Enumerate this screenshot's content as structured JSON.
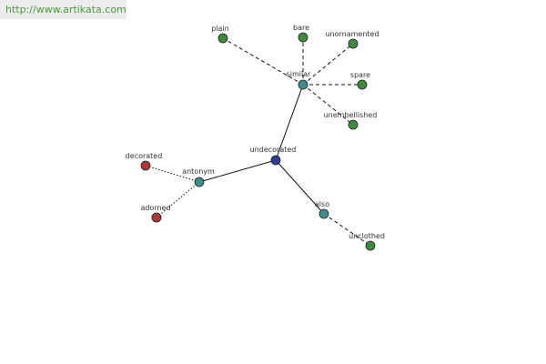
{
  "banner": {
    "text": "http://www.artikata.com"
  },
  "colors": {
    "center": "#2e3c8c",
    "relation": "#3f8c8c",
    "synonym": "#3f8a3f",
    "antonym_term": "#a83a3a",
    "banner_text": "#4a9a3c",
    "banner_bg": "#ececec"
  },
  "graph": {
    "nodes": {
      "undecorated": {
        "label": "undecorated",
        "kind": "center"
      },
      "similar": {
        "label": "similar",
        "kind": "relation"
      },
      "antonym": {
        "label": "antonym",
        "kind": "relation"
      },
      "also": {
        "label": "also",
        "kind": "relation"
      },
      "plain": {
        "label": "plain",
        "kind": "synonym"
      },
      "bare": {
        "label": "bare",
        "kind": "synonym"
      },
      "unornamented": {
        "label": "unornamented",
        "kind": "synonym"
      },
      "spare": {
        "label": "spare",
        "kind": "synonym"
      },
      "unembellished": {
        "label": "unembellished",
        "kind": "synonym"
      },
      "decorated": {
        "label": "decorated",
        "kind": "antonym_term"
      },
      "adorned": {
        "label": "adorned",
        "kind": "antonym_term"
      },
      "unclothed": {
        "label": "unclothed",
        "kind": "synonym"
      }
    }
  }
}
